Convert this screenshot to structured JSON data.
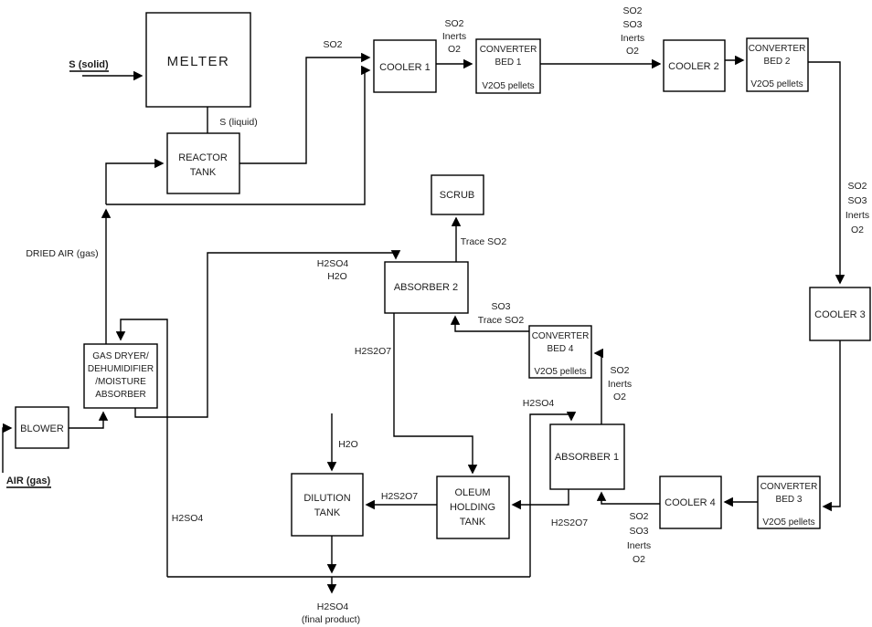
{
  "diagram": {
    "kind": "process-flow-diagram",
    "colors": {
      "background": "#ffffff",
      "line": "#000000",
      "text": "#1c1c1c"
    },
    "boxes": {
      "melter": {
        "label": "MELTER"
      },
      "reactor_tank": {
        "lines": [
          "REACTOR",
          "TANK"
        ]
      },
      "cooler_1": {
        "label": "COOLER 1"
      },
      "converter_bed_1": {
        "lines": [
          "CONVERTER",
          "BED 1"
        ],
        "catalyst": "V2O5 pellets"
      },
      "cooler_2": {
        "label": "COOLER 2"
      },
      "converter_bed_2": {
        "lines": [
          "CONVERTER",
          "BED 2"
        ],
        "catalyst": "V2O5 pellets"
      },
      "cooler_3": {
        "label": "COOLER 3"
      },
      "converter_bed_3": {
        "lines": [
          "CONVERTER",
          "BED 3"
        ],
        "catalyst": "V2O5 pellets"
      },
      "cooler_4": {
        "label": "COOLER 4"
      },
      "converter_bed_4": {
        "lines": [
          "CONVERTER",
          "BED 4"
        ],
        "catalyst": "V2O5 pellets"
      },
      "absorber_1": {
        "label": "ABSORBER 1"
      },
      "absorber_2": {
        "label": "ABSORBER 2"
      },
      "scrub": {
        "label": "SCRUB"
      },
      "gas_dryer": {
        "lines": [
          "GAS DRYER/",
          "DEHUMIDIFIER",
          "/MOISTURE",
          "ABSORBER"
        ]
      },
      "blower": {
        "label": "BLOWER"
      },
      "dilution_tank": {
        "lines": [
          "DILUTION",
          "TANK"
        ]
      },
      "oleum_holding_tank": {
        "lines": [
          "OLEUM",
          "HOLDING",
          "TANK"
        ]
      }
    },
    "streams": {
      "s_solid": "S (solid)",
      "s_liquid": "S (liquid)",
      "air_gas": "AIR (gas)",
      "dried_air": "DRIED AIR (gas)",
      "so2_reactor_to_cooler1": "SO2",
      "cooler1_to_bed1": [
        "SO2",
        "Inerts",
        "O2"
      ],
      "bed1_to_cooler2": [
        "SO2",
        "SO3",
        "Inerts",
        "O2"
      ],
      "bed2_to_cooler3": [
        "SO2",
        "SO3",
        "Inerts",
        "O2"
      ],
      "cooler4_to_absorber1": [
        "SO2",
        "SO3",
        "Inerts",
        "O2"
      ],
      "absorber1_to_bed4": [
        "SO2",
        "Inerts",
        "O2"
      ],
      "bed4_to_absorber2": [
        "SO3",
        "Trace SO2"
      ],
      "absorber2_to_scrub": "Trace SO2",
      "dryer_to_absorber2": [
        "H2SO4",
        "H2O"
      ],
      "absorber2_to_oleum": "H2S2O7",
      "absorber1_to_oleum": "H2S2O7",
      "oleum_to_dilution": "H2S2O7",
      "h2so4_to_dryer": "H2SO4",
      "h2so4_to_absorber1": "H2SO4",
      "h2o_feed": "H2O",
      "final_product": [
        "H2SO4",
        "(final product)"
      ]
    }
  }
}
